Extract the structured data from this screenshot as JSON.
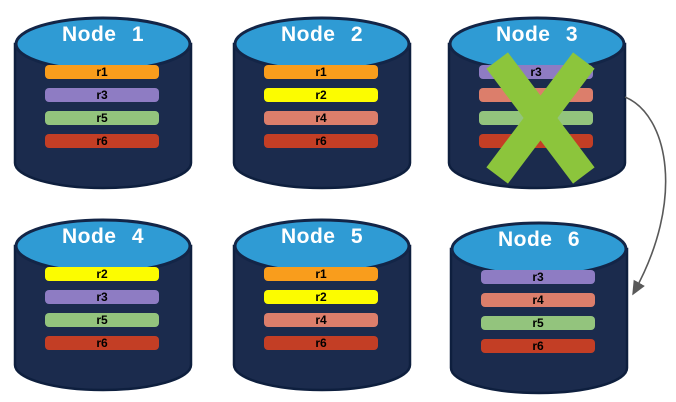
{
  "palette": {
    "cylinder_body": "#1B2B4D",
    "cylinder_outline": "#0E1F3E",
    "cylinder_top": "#2F9BD4",
    "title_text": "#FFFFFF",
    "bar_text": "#000000",
    "r1": "#F99D1C",
    "r2": "#FCFC00",
    "r3": "#8E7CC3",
    "r4": "#DC7E6B",
    "r5": "#93C47D",
    "r6": "#C33E25"
  },
  "nodes": [
    {
      "label": "Node 1",
      "failed": false,
      "replicas": [
        {
          "label": "r1",
          "color": "#F99D1C"
        },
        {
          "label": "r3",
          "color": "#8E7CC3"
        },
        {
          "label": "r5",
          "color": "#93C47D"
        },
        {
          "label": "r6",
          "color": "#C33E25"
        }
      ]
    },
    {
      "label": "Node 2",
      "failed": false,
      "replicas": [
        {
          "label": "r1",
          "color": "#F99D1C"
        },
        {
          "label": "r2",
          "color": "#FCFC00"
        },
        {
          "label": "r4",
          "color": "#DC7E6B"
        },
        {
          "label": "r6",
          "color": "#C33E25"
        }
      ]
    },
    {
      "label": "Node 3",
      "failed": true,
      "replicas": [
        {
          "label": "r3",
          "color": "#8E7CC3"
        },
        {
          "label": "",
          "color": "#DC7E6B"
        },
        {
          "label": "",
          "color": "#93C47D"
        },
        {
          "label": "",
          "color": "#C33E25"
        }
      ]
    },
    {
      "label": "Node 4",
      "failed": false,
      "replicas": [
        {
          "label": "r2",
          "color": "#FCFC00"
        },
        {
          "label": "r3",
          "color": "#8E7CC3"
        },
        {
          "label": "r5",
          "color": "#93C47D"
        },
        {
          "label": "r6",
          "color": "#C33E25"
        }
      ]
    },
    {
      "label": "Node 5",
      "failed": false,
      "replicas": [
        {
          "label": "r1",
          "color": "#F99D1C"
        },
        {
          "label": "r2",
          "color": "#FCFC00"
        },
        {
          "label": "r4",
          "color": "#DC7E6B"
        },
        {
          "label": "r6",
          "color": "#C33E25"
        }
      ]
    },
    {
      "label": "Node 6",
      "failed": false,
      "replicas": [
        {
          "label": "r3",
          "color": "#8E7CC3"
        },
        {
          "label": "r4",
          "color": "#DC7E6B"
        },
        {
          "label": "r5",
          "color": "#93C47D"
        },
        {
          "label": "r6",
          "color": "#C33E25"
        }
      ]
    }
  ],
  "failure": {
    "node": "Node 3",
    "x_color": "#8CC53C"
  },
  "arrow": {
    "from": "Node 3",
    "to": "Node 6",
    "color": "#595959"
  }
}
